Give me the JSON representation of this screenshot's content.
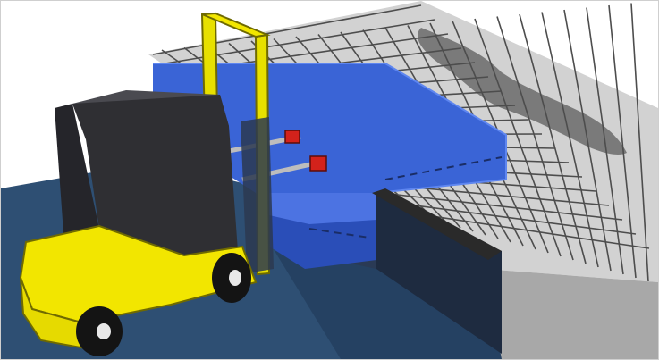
{
  "scene": {
    "colors": {
      "background": "#ffffff",
      "dock_floor": "#2e4f73",
      "dock_floor_shadow": "#1f3856",
      "platform_top": "#3a64d6",
      "platform_side": "#2a4eb8",
      "platform_edge": "#5e86f0",
      "slab_top": "#d2d2d2",
      "slab_side": "#8f8f8f",
      "grid_line": "#4d4d4d",
      "groove": "#6b6b6b",
      "forklift_body": "#f2e600",
      "forklift_outline": "#6f6a00",
      "cab": "#2f2f33",
      "cab_top": "#4a4a50",
      "tire": "#141414",
      "hub": "#e9e9e9",
      "mast": "#e7e000",
      "bracket_red": "#d3221b",
      "rod": "#bdbdbd"
    },
    "objects": {
      "forklift": "forklift",
      "dock_leveler": "dock-leveler-platform",
      "concrete_slab": "reinforced-concrete-slab",
      "floor": "warehouse-floor"
    }
  }
}
